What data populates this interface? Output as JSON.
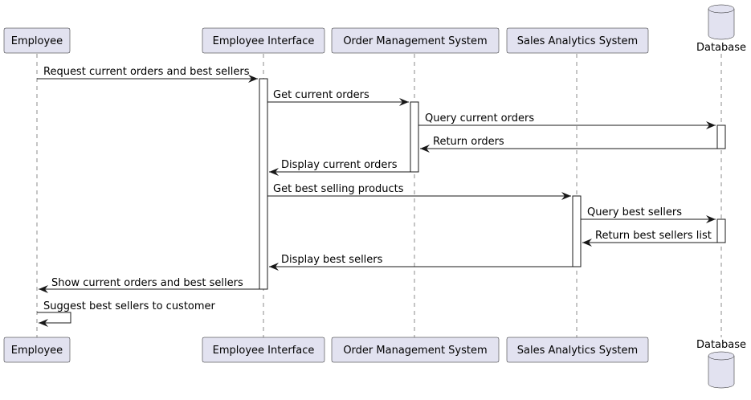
{
  "participants": [
    {
      "id": "employee",
      "label": "Employee",
      "kind": "participant"
    },
    {
      "id": "interface",
      "label": "Employee Interface",
      "kind": "participant"
    },
    {
      "id": "oms",
      "label": "Order Management System",
      "kind": "participant"
    },
    {
      "id": "sas",
      "label": "Sales Analytics System",
      "kind": "participant"
    },
    {
      "id": "db",
      "label": "Database",
      "kind": "database"
    }
  ],
  "messages": [
    {
      "from": "employee",
      "to": "interface",
      "label": "Request current orders and best sellers"
    },
    {
      "from": "interface",
      "to": "oms",
      "label": "Get current orders"
    },
    {
      "from": "oms",
      "to": "db",
      "label": "Query current orders"
    },
    {
      "from": "db",
      "to": "oms",
      "label": "Return orders"
    },
    {
      "from": "oms",
      "to": "interface",
      "label": "Display current orders"
    },
    {
      "from": "interface",
      "to": "sas",
      "label": "Get best selling products"
    },
    {
      "from": "sas",
      "to": "db",
      "label": "Query best sellers"
    },
    {
      "from": "db",
      "to": "sas",
      "label": "Return best sellers list"
    },
    {
      "from": "sas",
      "to": "interface",
      "label": "Display best sellers"
    },
    {
      "from": "interface",
      "to": "employee",
      "label": "Show current orders and best sellers"
    },
    {
      "from": "employee",
      "to": "employee",
      "label": "Suggest best sellers to customer"
    }
  ],
  "colors": {
    "participant_fill": "#e2e2f0",
    "stroke": "#181818"
  }
}
